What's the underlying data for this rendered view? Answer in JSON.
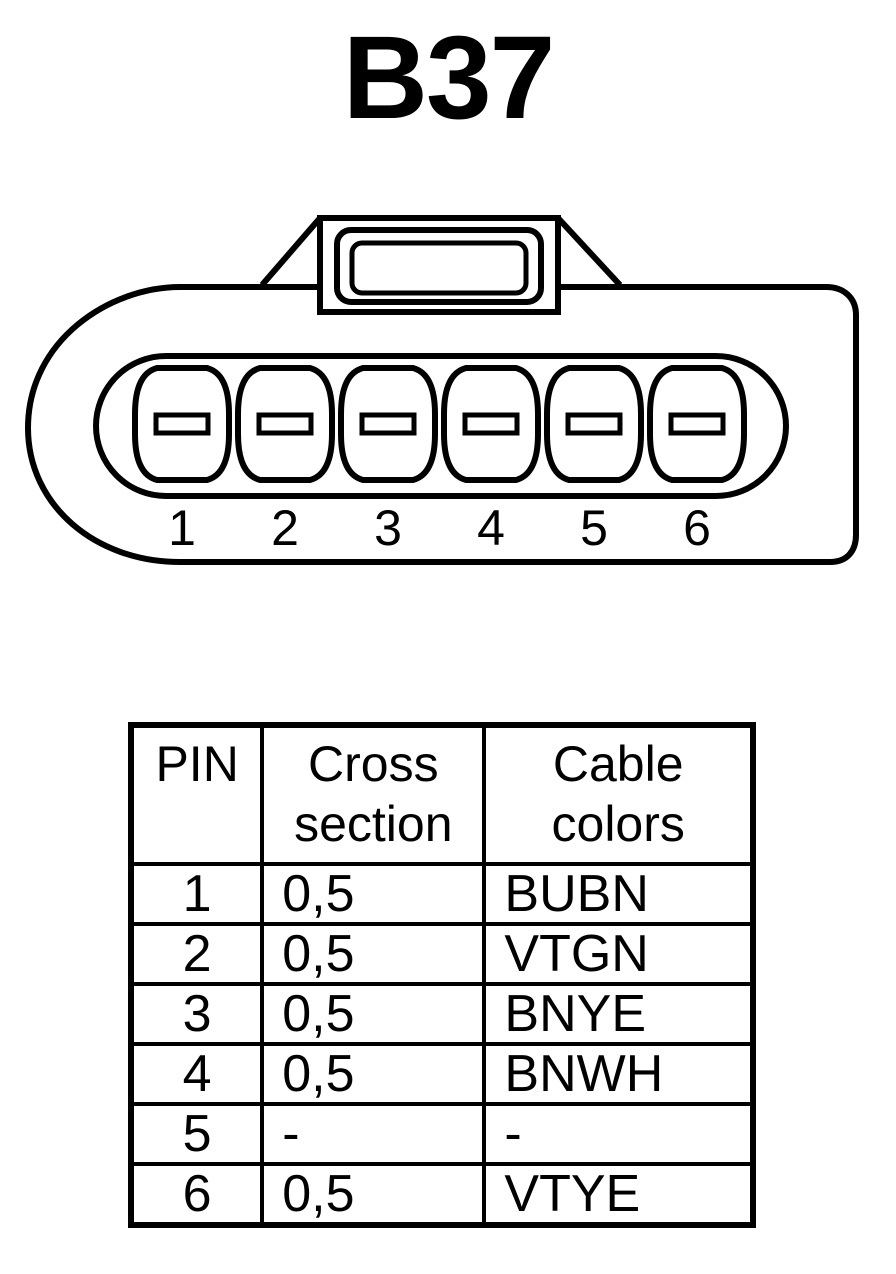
{
  "title": "B37",
  "connector": {
    "pins": [
      "1",
      "2",
      "3",
      "4",
      "5",
      "6"
    ]
  },
  "table": {
    "headers": {
      "pin": "PIN",
      "cross_line1": "Cross",
      "cross_line2": "section",
      "color_line1": "Cable",
      "color_line2": "colors"
    },
    "rows": [
      {
        "pin": "1",
        "cross": "0,5",
        "color": "BUBN"
      },
      {
        "pin": "2",
        "cross": "0,5",
        "color": "VTGN"
      },
      {
        "pin": "3",
        "cross": "0,5",
        "color": "BNYE"
      },
      {
        "pin": "4",
        "cross": "0,5",
        "color": "BNWH"
      },
      {
        "pin": "5",
        "cross": "-",
        "color": "-"
      },
      {
        "pin": "6",
        "cross": "0,5",
        "color": "VTYE"
      }
    ]
  },
  "colors": {
    "ink": "#000000",
    "background": "#ffffff"
  }
}
